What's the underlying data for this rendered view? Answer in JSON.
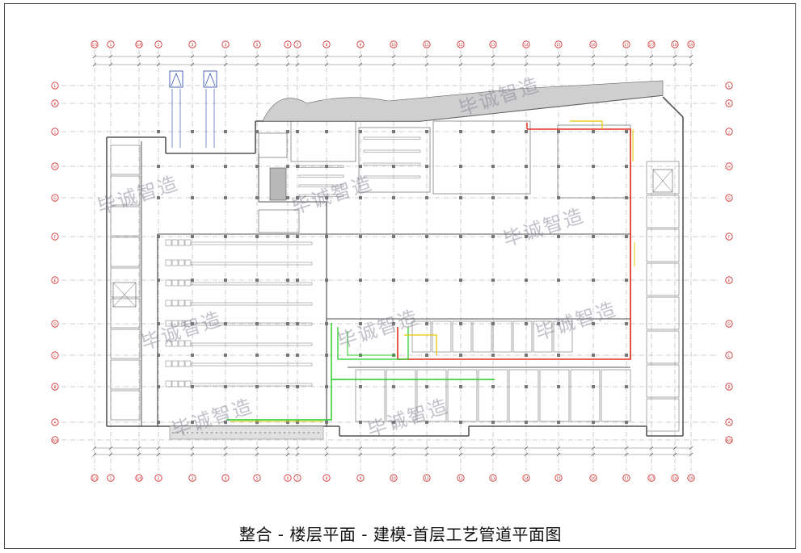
{
  "caption": "整合 - 楼层平面 - 建模-首层工艺管道平面图",
  "watermark": "毕诚智造",
  "grid_columns": [
    "1/1",
    "1",
    "1/A",
    "2",
    "3",
    "4",
    "5",
    "6",
    "7",
    "8",
    "9",
    "10",
    "11",
    "12",
    "13",
    "14",
    "15",
    "16",
    "17",
    "1/7",
    "18",
    "19"
  ],
  "grid_rows": [
    "L",
    "K",
    "J",
    "H",
    "G",
    "F",
    "E",
    "D",
    "C",
    "B",
    "A",
    "A/a"
  ],
  "colors": {
    "outline": "#444444",
    "grid_bubble": "#cc2222",
    "grid_line": "#9a9a9a",
    "wall": "#555555",
    "column": "#777777",
    "pipe_red": "#e03020",
    "pipe_green": "#22cc22",
    "pipe_yellow": "#e6c800",
    "hatch": "#888888"
  }
}
